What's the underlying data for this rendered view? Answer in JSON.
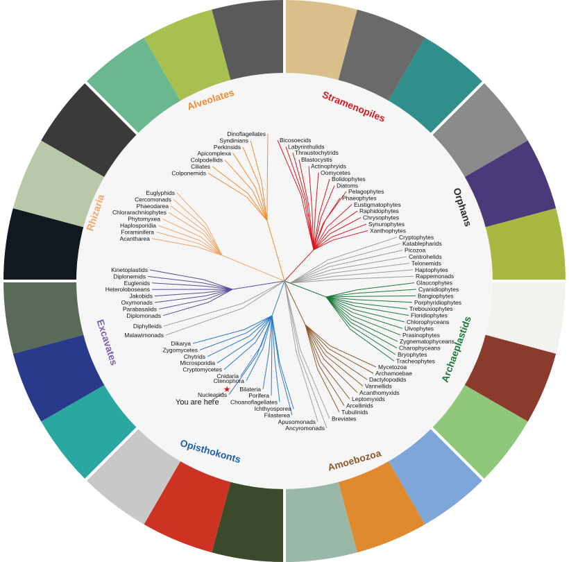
{
  "groups": [
    {
      "id": "alveolates",
      "name": "Alveolates",
      "color": "#f08a30",
      "leaves": [
        "Dinoflagellates",
        "Syndinians",
        "Perkinsids",
        "Apicomplexa",
        "Colpodellids",
        "Ciliates",
        "Colponemids"
      ]
    },
    {
      "id": "rhizaria",
      "name": "Rhizaria",
      "color": "#f2a565",
      "leaves": [
        "Euglyphids",
        "Cercomonads",
        "Phaeodarea",
        "Chlorarachniophytes",
        "Phytomyxea",
        "Haplosporidia",
        "Foraminifera",
        "Acantharea"
      ]
    },
    {
      "id": "stramenopiles",
      "name": "Stramenopiles",
      "color": "#d7191f",
      "leaves": [
        "Bicosoecids",
        "Labyrinthulids",
        "Thraustochytrids",
        "Blastocystis",
        "Actinophryids",
        "Oomycetes",
        "Bolidophytes",
        "Diatoms",
        "Phaeophytes",
        "Pelagophytes",
        "Eustigmatophytes",
        "Raphidophytes",
        "Chrysophytes",
        "Synurophytes",
        "Xanthophytes"
      ]
    },
    {
      "id": "orphans",
      "name": "Orphans",
      "color": "#2b2b2b",
      "line_color": "#9a9a9a",
      "leaves": [
        "Cryptophytes",
        "Katablepharids",
        "Picozoa",
        "Centrohelids",
        "Telonemids",
        "Haptophytes",
        "Rappemonads"
      ]
    },
    {
      "id": "archaeplastids",
      "name": "Archaeplastids",
      "color": "#1a7a3a",
      "leaves": [
        "Glaucophytes",
        "Cyanidiophytes",
        "Bangiophytes",
        "Porphyridiophytes",
        "Floridiophytes",
        "Trebouxiophytes",
        "Chlorophyceans",
        "Ulvophytes",
        "Prasinophytes",
        "Zygnematophyceans",
        "Charophyceans",
        "Bryophytes",
        "Tracheophytes"
      ]
    },
    {
      "id": "amoebozoa",
      "name": "Amoebozoa",
      "color": "#8b5a2b",
      "leaves": [
        "Mycetozoa",
        "Archamoebae",
        "Dactylopodids",
        "Vannellids",
        "Acanthomyxids",
        "Leptomyxids",
        "Arcellinids",
        "Tubulinids"
      ]
    },
    {
      "id": "excavates",
      "name": "Excavates",
      "color": "#7b5ea8",
      "line_color": "#5b4a96",
      "leaves": [
        "Kinetoplastids",
        "Diplonemids",
        "Euglenids",
        "Heteroloboseans",
        "Jakobids",
        "Oxymonads",
        "Parabasalids",
        "Diplomonads"
      ]
    },
    {
      "id": "opisthokonts",
      "name": "Opisthokonts",
      "color": "#1f5fa8",
      "line_color": "#2a78c8",
      "leaves": [
        "Dikarya",
        "Zygomycetes",
        "Chytrids",
        "Microsporidia",
        "Cryptomycetes",
        "Nucleariids",
        "Cnidaria",
        "Ctenophora",
        "Bilateria",
        "Porifera",
        "Choanoflagellates",
        "Filasterea",
        "Ichthyosporea"
      ]
    }
  ],
  "ungrouped": [
    "Diphylleids",
    "Malawimonads",
    "Apusomonads",
    "Ancyromonads",
    "Breviates"
  ],
  "ungrouped_color": "#a0a0a0",
  "marker": {
    "label": "You are here",
    "icon": "star-icon",
    "color": "#d7191f"
  }
}
